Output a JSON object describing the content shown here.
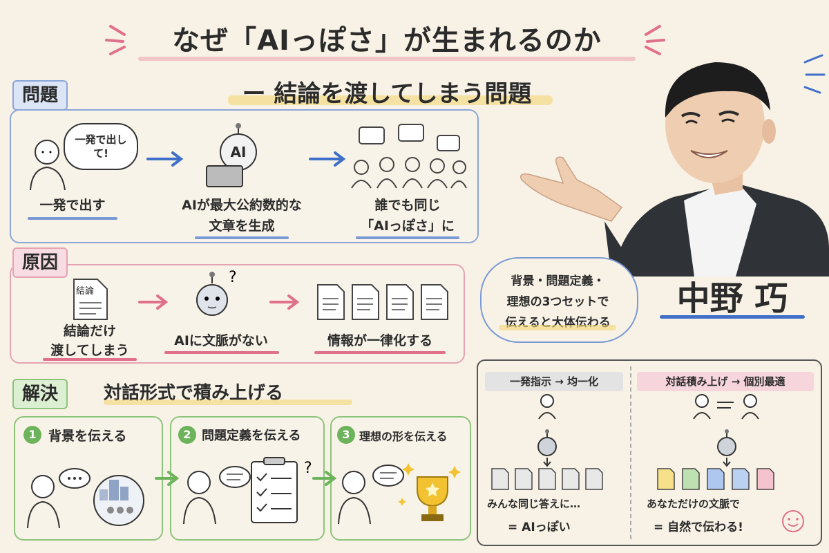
{
  "title": "なぜ「AIっぽさ」が生まれるのか",
  "subtitle": "ー 結論を渡してしまう問題",
  "problem": {
    "tag": "問題",
    "bubble": "一発で出して!",
    "steps": [
      "一発で出す",
      "AIが最大公約数的な",
      "文章を生成",
      "誰でも同じ",
      "「AIっぽさ」に"
    ],
    "ai_text": "AI"
  },
  "cause": {
    "tag": "原因",
    "doc_text": "結論",
    "steps": [
      "結論だけ",
      "渡してしまう",
      "AIに文脈がない",
      "情報が一律化する"
    ]
  },
  "solution": {
    "tag": "解決",
    "heading": "対話形式で積み上げる",
    "steps": [
      {
        "num": "1",
        "label": "背景を伝える"
      },
      {
        "num": "2",
        "label": "問題定義を伝える"
      },
      {
        "num": "3",
        "label": "理想の形を伝える"
      }
    ]
  },
  "speaker": {
    "name": "中野 巧",
    "speech": [
      "背景・問題定義・",
      "理想の3つセットで",
      "伝えると大体伝わる"
    ]
  },
  "compare": {
    "left_title": "一発指示 → 均一化",
    "left_caption": [
      "みんな同じ答えに…",
      "= AIっぽい"
    ],
    "right_title": "対話積み上げ → 個別最適",
    "right_caption": [
      "あなただけの文脈で",
      "= 自然で伝わる!"
    ]
  },
  "colors": {
    "problem": "#7a9ad6",
    "cause": "#e39aac",
    "solution": "#8cc47a",
    "arrow_blue": "#3f6fc9",
    "arrow_pink": "#e0708c",
    "arrow_green": "#6db35b"
  }
}
